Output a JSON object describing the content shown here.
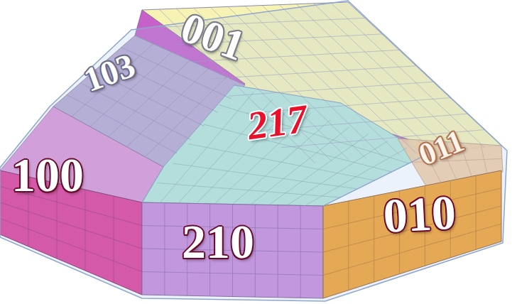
{
  "diagram": {
    "labels": [
      "001",
      "103",
      "217",
      "011",
      "100",
      "210",
      "010"
    ]
  }
}
